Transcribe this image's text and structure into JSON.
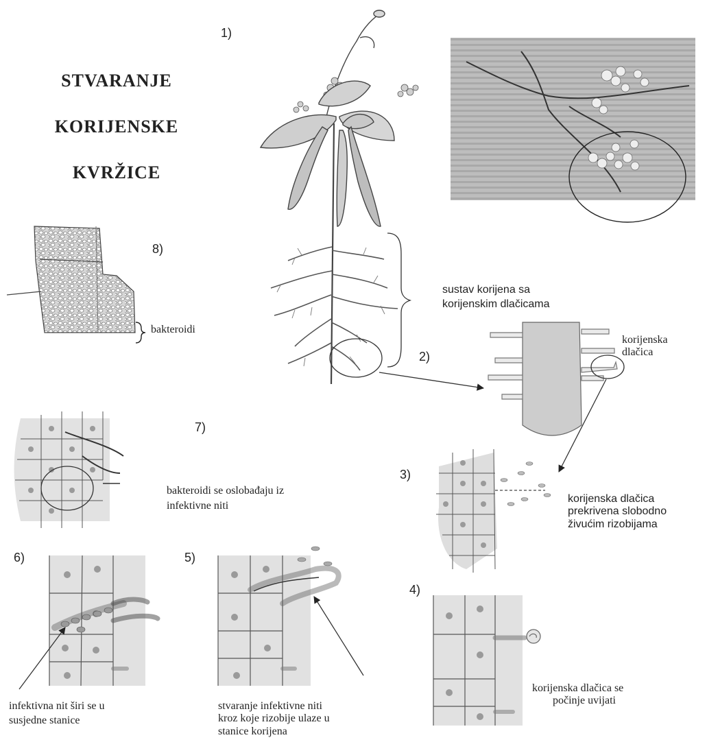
{
  "title": {
    "line1": "STVARANJE",
    "line2": "KORIJENSKE",
    "line3": "KVRŽICE"
  },
  "steps": {
    "s1": "1)",
    "s2": "2)",
    "s3": "3)",
    "s4": "4)",
    "s5": "5)",
    "s6": "6)",
    "s7": "7)",
    "s8": "8)"
  },
  "labels": {
    "root_system_line1": "sustav korijena sa",
    "root_system_line2": "korijenskim dlačicama",
    "root_hair_line1": "korijenska",
    "root_hair_line2": "dlačica",
    "bacteroids": "bakteroidi",
    "bacteroids_released_line1": "bakteroidi se oslobađaju iz",
    "bacteroids_released_line2": "infektivne niti",
    "covered_line1": "korijenska dlačica",
    "covered_line2": "prekrivena slobodno",
    "covered_line3": "živućim rizobijama",
    "curling_line1": "korijenska dlačica se",
    "curling_line2": "počinje uvijati",
    "thread_line1": "stvaranje infektivne niti",
    "thread_line2": "kroz koje rizobije ulaze u",
    "thread_line3": "stanice korijena",
    "spread_line1": "infektivna nit širi se u",
    "spread_line2": "susjedne stanice"
  },
  "colors": {
    "ink": "#222222",
    "cell_fill": "#dcdcdc",
    "nucleus": "#9a9a9a",
    "photo_bg": "#b8b8b8"
  }
}
